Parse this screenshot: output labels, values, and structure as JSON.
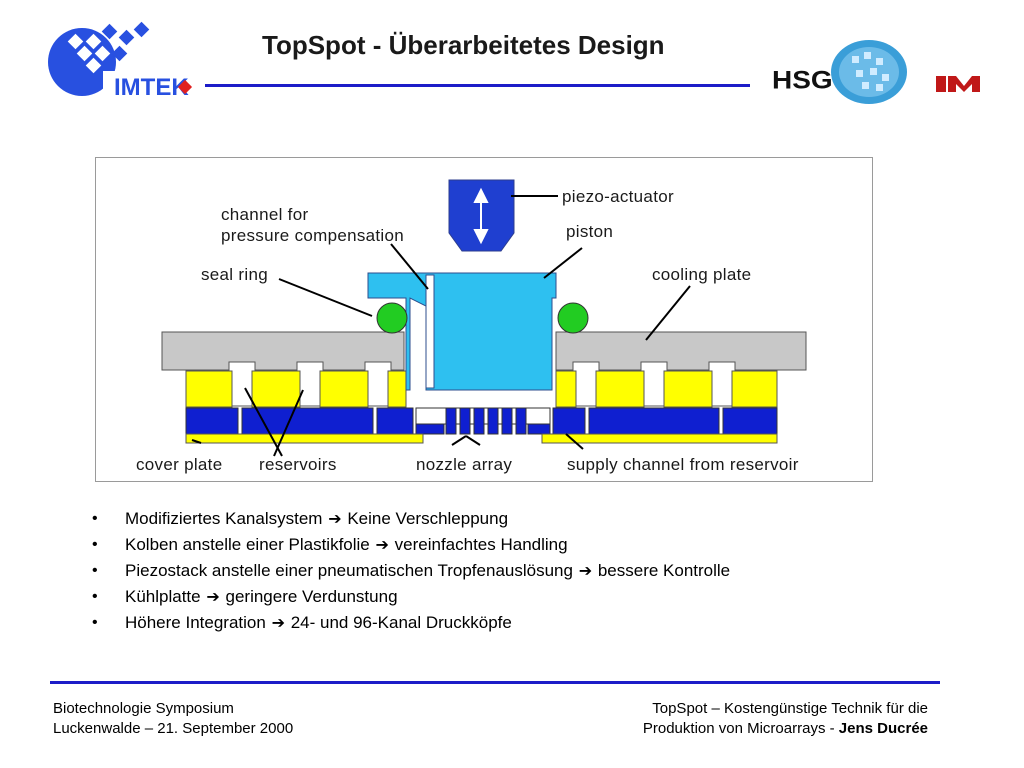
{
  "slide": {
    "title": "TopSpot - Überarbeitetes Design"
  },
  "logos": {
    "imtek_text": "IMTEK",
    "hsg_text": "HSG",
    "logo_left_icon": "imtek-diamond-logo",
    "logo_right_icon": "hsg-imit-logo"
  },
  "diagram": {
    "labels": {
      "piezo_actuator": "piezo-actuator",
      "channel_line1": "channel for",
      "channel_line2": "pressure compensation",
      "piston": "piston",
      "seal_ring": "seal ring",
      "cooling_plate": "cooling plate",
      "cover_plate": "cover plate",
      "reservoirs": "reservoirs",
      "nozzle_array": "nozzle array",
      "supply_channel": "supply channel from reservoir"
    },
    "colors": {
      "actuator": "#1f3fd0",
      "piston": "#2ec0f0",
      "seal": "#22cc22",
      "cooling": "#c8c8c8",
      "yellow": "#ffff00",
      "blue": "#0f1fd0"
    }
  },
  "bullets": [
    {
      "before": "Modifiziertes Kanalsystem",
      "after": "Keine Verschleppung"
    },
    {
      "before": "Kolben anstelle einer Plastikfolie",
      "after": "vereinfachtes Handling"
    },
    {
      "before": "Piezostack anstelle einer pneumatischen Tropfenauslösung",
      "after": "bessere Kontrolle"
    },
    {
      "before": "Kühlplatte",
      "after": "geringere Verdunstung"
    },
    {
      "before": "Höhere Integration",
      "after": "24- und 96-Kanal Druckköpfe"
    }
  ],
  "footer": {
    "left_line1": "Biotechnologie Symposium",
    "left_line2": "Luckenwalde – 21. September 2000",
    "right_line1": "TopSpot – Kostengünstige Technik für die",
    "right_line2_prefix": "Produktion von Microarrays - ",
    "right_line2_author": "Jens Ducrée"
  }
}
